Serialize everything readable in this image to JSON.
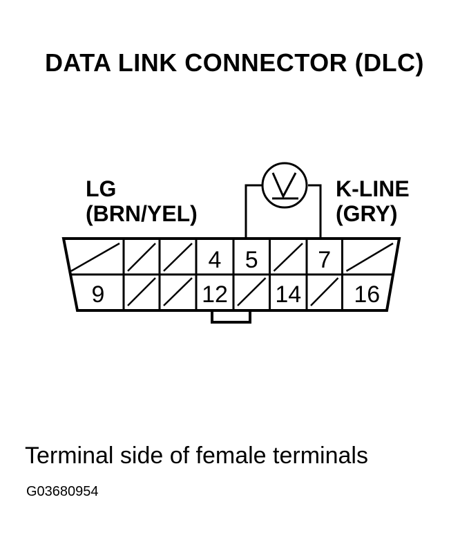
{
  "title": "DATA LINK CONNECTOR (DLC)",
  "left_label": {
    "line1": "LG",
    "line2": "(BRN/YEL)"
  },
  "right_label": {
    "line1": "K-LINE",
    "line2": "(GRY)"
  },
  "meter_symbol": "V",
  "top_row": [
    "",
    "",
    "",
    "4",
    "5",
    "",
    "7",
    ""
  ],
  "bottom_row": [
    "9",
    "",
    "",
    "12",
    "",
    "14",
    "",
    "16"
  ],
  "caption": "Terminal side of female terminals",
  "figure_code": "G03680954"
}
